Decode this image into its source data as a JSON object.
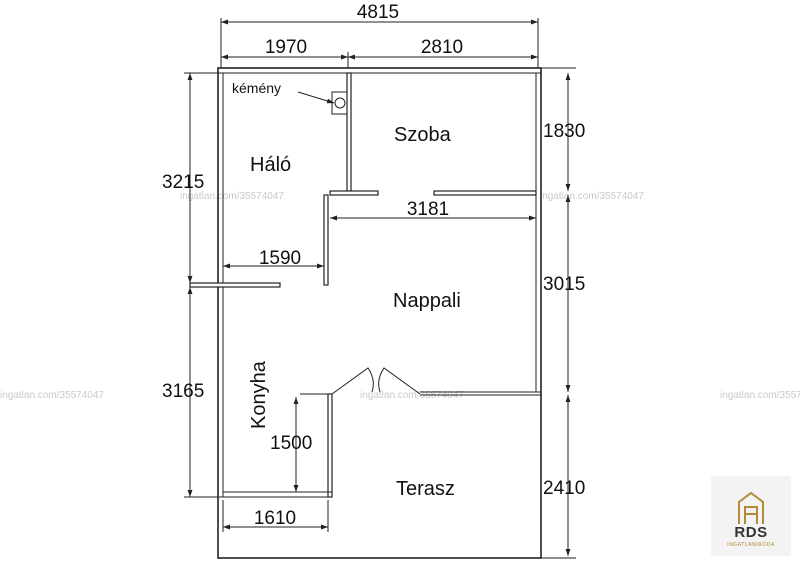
{
  "plan": {
    "rooms": {
      "halo": "Háló",
      "szoba": "Szoba",
      "nappali": "Nappali",
      "konyha": "Konyha",
      "terasz": "Terasz"
    },
    "chimney_label": "kémény",
    "dimensions": {
      "total_width": "4815",
      "top_left": "1970",
      "top_right": "2810",
      "left_top": "3215",
      "left_bottom": "3165",
      "right_top": "1830",
      "right_middle": "3015",
      "right_bottom": "2410",
      "inner_3181": "3181",
      "inner_1590": "1590",
      "inner_1500": "1500",
      "bottom_1610": "1610"
    },
    "watermark": "ingatlan.com/35574047"
  },
  "logo": {
    "brand": "RDS",
    "tagline": "INGATLANIRODA"
  }
}
